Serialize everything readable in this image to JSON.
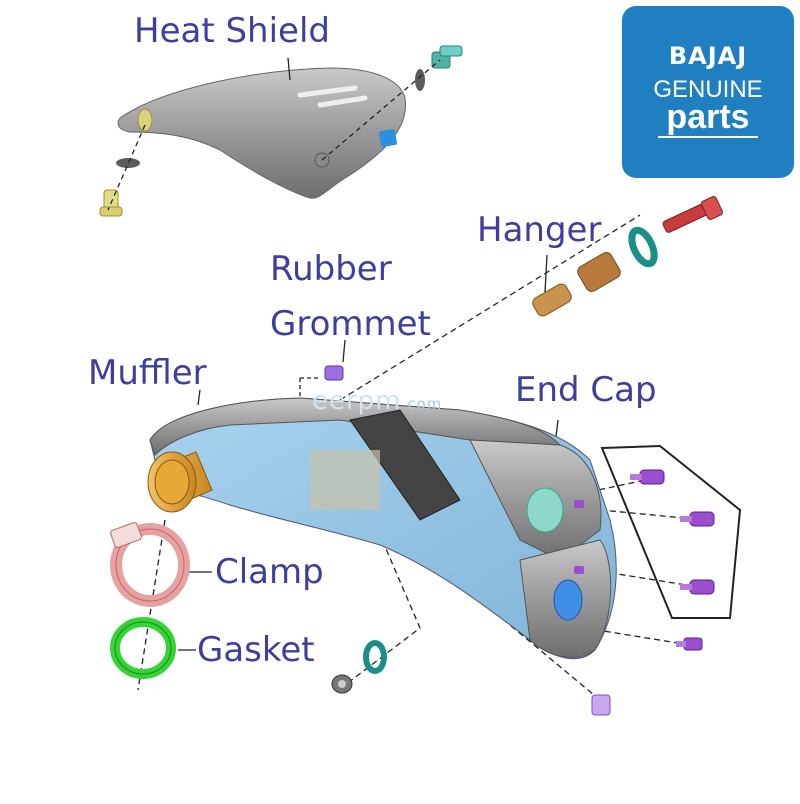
{
  "labels": {
    "heat_shield": "Heat Shield",
    "hanger": "Hanger",
    "rubber": "Rubber",
    "grommet": "Grommet",
    "muffler": "Muffler",
    "end_cap": "End Cap",
    "clamp": "Clamp",
    "gasket": "Gasket"
  },
  "logo": {
    "brand": "BAJAJ",
    "line2": "GENUINE",
    "line3": "parts"
  },
  "watermark": {
    "text": "eerpm",
    "suffix": ".com"
  },
  "colors": {
    "label": "#3d3f9e",
    "logo_bg": "#1f7fc0",
    "muffler_body": "#8fc3e4",
    "shell": "#9a9a9a",
    "screw": "#9b4fd0",
    "clamp": "#e7a1a1",
    "gasket": "#36d336",
    "inlet": "#e0a030",
    "hanger_bolt": "#c83c3c",
    "washer": "#1a8f88"
  }
}
